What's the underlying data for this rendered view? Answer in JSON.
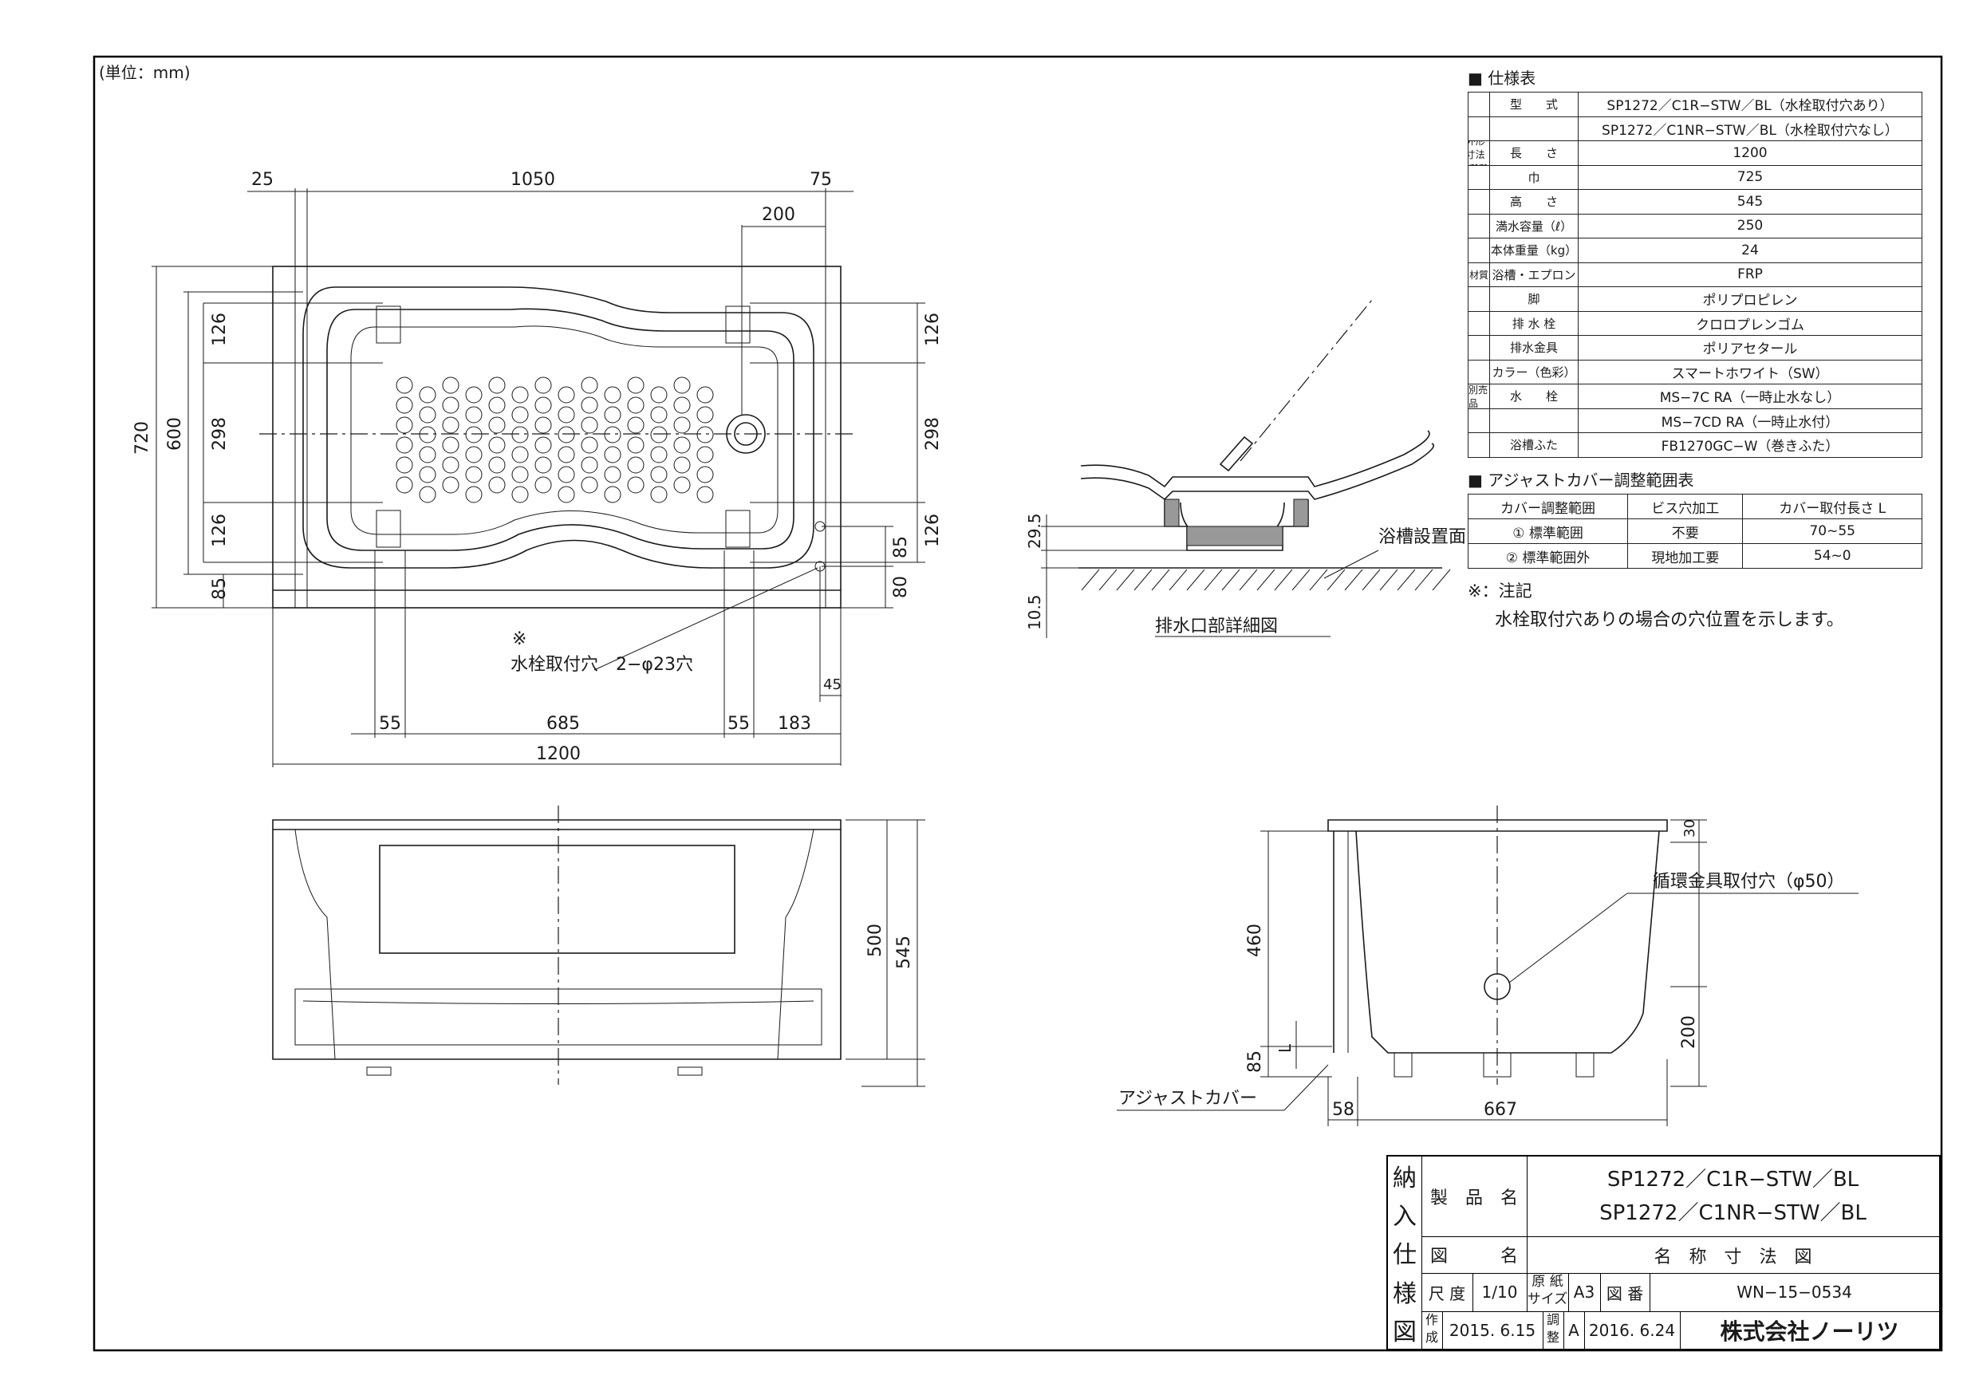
{
  "unit_note": "(単位：mm)",
  "spec": {
    "title": "■ 仕様表",
    "rows": [
      {
        "label": "型　　式",
        "value": "SP1272／C1R−STW／BL（水栓取付穴あり）"
      },
      {
        "label": "",
        "value": "SP1272／C1NR−STW／BL（水栓取付穴なし）"
      },
      {
        "group": "外形寸法(mm)",
        "label": "長　　さ",
        "value": "1200"
      },
      {
        "group": "",
        "label": "巾",
        "value": "725"
      },
      {
        "group": "",
        "label": "高　　さ",
        "value": "545"
      },
      {
        "label": "満水容量（ℓ）",
        "value": "250"
      },
      {
        "label": "本体重量（kg）",
        "value": "24"
      },
      {
        "group": "材質",
        "label": "浴槽・エプロン",
        "value": "FRP"
      },
      {
        "group": "",
        "label": "脚",
        "value": "ポリプロピレン"
      },
      {
        "group": "",
        "label": "排 水 栓",
        "value": "クロロプレンゴム"
      },
      {
        "group": "",
        "label": "排水金具",
        "value": "ポリアセタール"
      },
      {
        "label": "カラー（色彩）",
        "value": "スマートホワイト（SW）"
      },
      {
        "group": "別売品",
        "label": "水　　栓",
        "value": "MS−7C RA（一時止水なし）"
      },
      {
        "group": "",
        "label": "",
        "value": "MS−7CD RA（一時止水付）"
      },
      {
        "group": "",
        "label": "浴槽ふた",
        "value": "FB1270GC−W（巻きふた）"
      }
    ]
  },
  "adjust": {
    "title": "■ アジャストカバー調整範囲表",
    "headers": [
      "カバー調整範囲",
      "ビス穴加工",
      "カバー取付長さ L"
    ],
    "rows": [
      [
        "① 標準範囲",
        "不要",
        "70~55"
      ],
      [
        "② 標準範囲外",
        "現地加工要",
        "54~0"
      ]
    ]
  },
  "note": {
    "title": "※：注記",
    "text": "水栓取付穴ありの場合の穴位置を示します。"
  },
  "plan": {
    "dims": {
      "top_left": "25",
      "top_mid": "1050",
      "top_right": "75",
      "top_200": "200",
      "left_720": "720",
      "left_600": "600",
      "left_85": "85",
      "left_126a": "126",
      "left_298": "298",
      "left_126b": "126",
      "right_126a": "126",
      "right_298": "298",
      "right_126b": "126",
      "right_85": "85",
      "right_80": "80",
      "right_45": "45",
      "bot_55a": "55",
      "bot_685": "685",
      "bot_55b": "55",
      "bot_183": "183",
      "bot_1200": "1200"
    },
    "faucet_mark": "※",
    "faucet_label": "水栓取付穴　2−φ23穴"
  },
  "drain_detail": {
    "dim_29_5": "29.5",
    "dim_10_5": "10.5",
    "surface_label": "浴槽設置面",
    "caption": "排水口部詳細図"
  },
  "front": {
    "dim_500": "500",
    "dim_545": "545"
  },
  "side": {
    "dim_30": "30",
    "dim_460": "460",
    "dim_200": "200",
    "dim_85": "85",
    "dim_L": "L",
    "dim_58": "58",
    "dim_667": "667",
    "hole_label": "循環金具取付穴（φ50）",
    "cover_label": "アジャストカバー"
  },
  "title_block": {
    "vertical": [
      "納",
      "入",
      "仕",
      "様",
      "図"
    ],
    "product_label": "製　品　名",
    "product_1": "SP1272／C1R−STW／BL",
    "product_2": "SP1272／C1NR−STW／BL",
    "drawing_label": "図　　　名",
    "drawing_name": "名　称　寸　法　図",
    "scale_label": "尺 度",
    "scale": "1/10",
    "paper_label_1": "原 紙",
    "paper_label_2": "サイズ",
    "paper": "A3",
    "number_label": "図 番",
    "number": "WN−15−0534",
    "made_label_1": "作",
    "made_label_2": "成",
    "made_date": "2015. 6.15",
    "adj_label_1": "調",
    "adj_label_2": "整",
    "adj_rev": "A",
    "adj_date": "2016. 6.24",
    "company": "株式会社ノーリツ"
  }
}
